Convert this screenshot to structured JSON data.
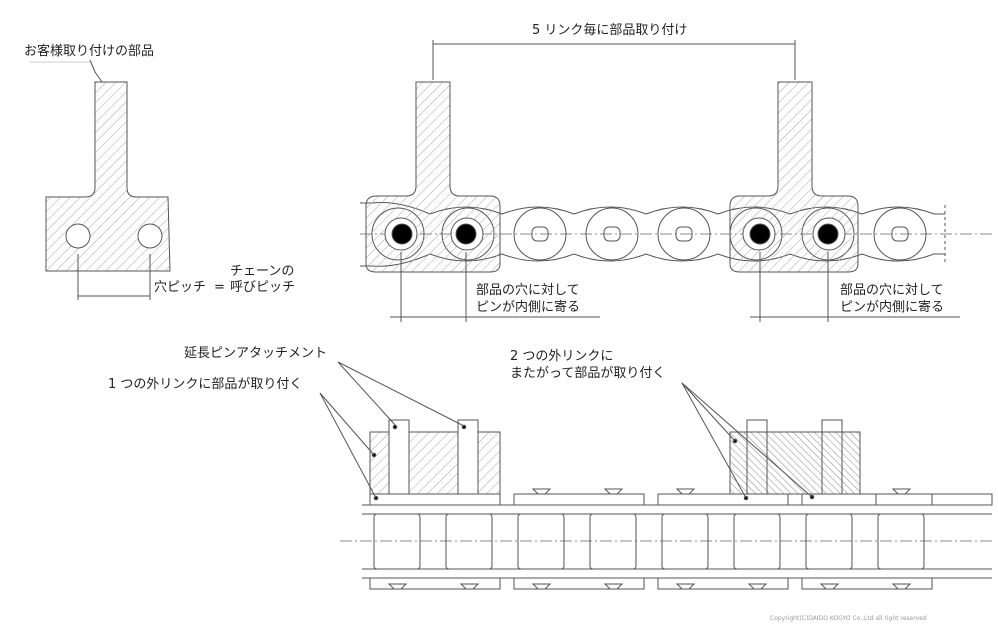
{
  "labels": {
    "customer_part": "お客様取り付けの部品",
    "every_5_links": "5 リンク毎に部品取り付け",
    "chain_pitch_l1": "チェーンの",
    "hole_pitch": "穴ピッチ",
    "equals": "=",
    "chain_pitch_l2": "呼びピッチ",
    "pin_offset_1_l1": "部品の穴に対して",
    "pin_offset_1_l2": "ピンが内側に寄る",
    "pin_offset_2_l1": "部品の穴に対して",
    "pin_offset_2_l2": "ピンが内側に寄る",
    "extended_pin": "延長ピンアタッチメント",
    "one_outer_link": "1 つの外リンクに部品が取り付く",
    "two_outer_links_l1": "2 つの外リンクに",
    "two_outer_links_l2": "またがって部品が取り付く"
  },
  "copyright": "Copyright(C)DAIDO KOGYO Co.,Ltd all right reserved",
  "colors": {
    "line": "#555555",
    "hatch": "#9a9a9a",
    "pin": "#000000"
  }
}
